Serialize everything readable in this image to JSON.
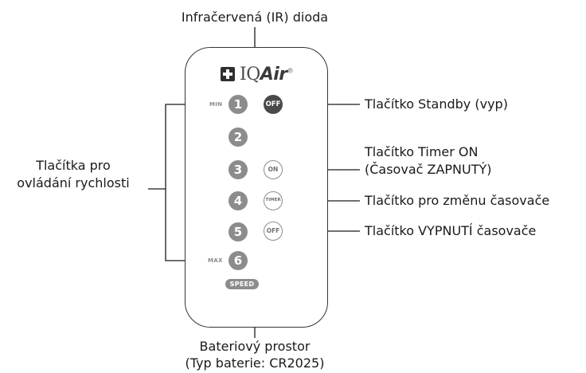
{
  "labels": {
    "ir_diode": "Infračervená (IR) dioda",
    "speed_controls_line1": "Tlačítka pro",
    "speed_controls_line2": "ovládání rychlosti",
    "standby": "Tlačítko Standby (vyp)",
    "timer_on_line1": "Tlačítko Timer ON",
    "timer_on_line2": "(Časovač ZAPNUTÝ)",
    "timer_change": "Tlačítko pro změnu časovače",
    "timer_off": "Tlačítko VYPNUTÍ časovače",
    "battery_line1": "Bateriový prostor",
    "battery_line2": "(Typ baterie: CR2025)"
  },
  "remote": {
    "brand": "IQAir",
    "brand_part1": "IQ",
    "brand_part2": "Air",
    "registered": "®",
    "min_label": "MIN",
    "max_label": "MAX",
    "speed_label": "SPEED",
    "speed_buttons": [
      "1",
      "2",
      "3",
      "4",
      "5",
      "6"
    ],
    "off_button": "OFF",
    "timer_on_button": "ON",
    "timer_button": "TIMER",
    "timer_off_button": "OFF"
  },
  "colors": {
    "button_gray": "#8c8c8c",
    "button_dark": "#4a4a4a",
    "line": "#1a1a1a"
  }
}
